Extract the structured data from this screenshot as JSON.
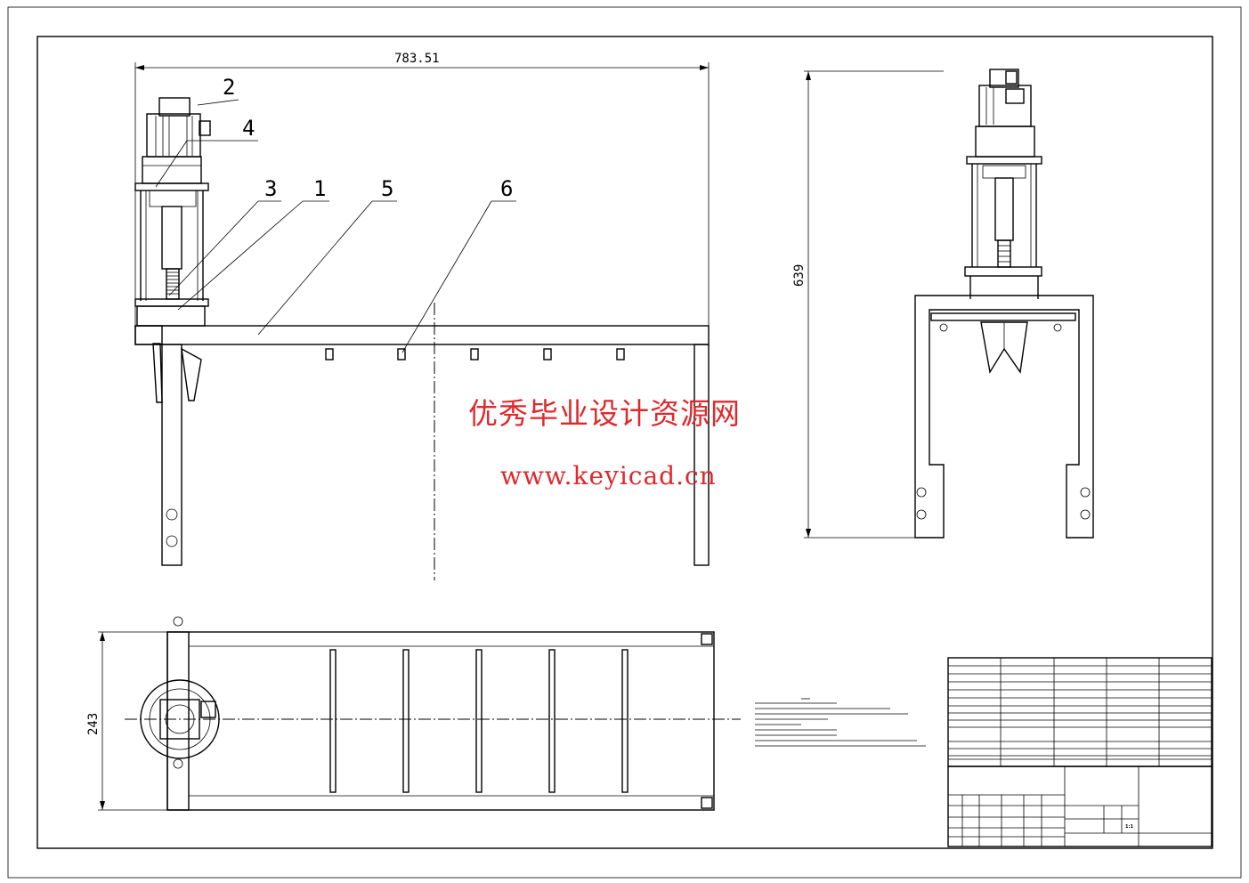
{
  "drawing": {
    "dimensions": {
      "overall_length": "783.51",
      "side_view_height": "639",
      "top_view_width": "243"
    },
    "balloons": [
      "2",
      "4",
      "3",
      "1",
      "5",
      "6"
    ],
    "watermark": {
      "line1": "优秀毕业设计资源网",
      "line2": "www.keyicad.cn"
    },
    "title_block": {
      "scale": "1:1"
    }
  }
}
